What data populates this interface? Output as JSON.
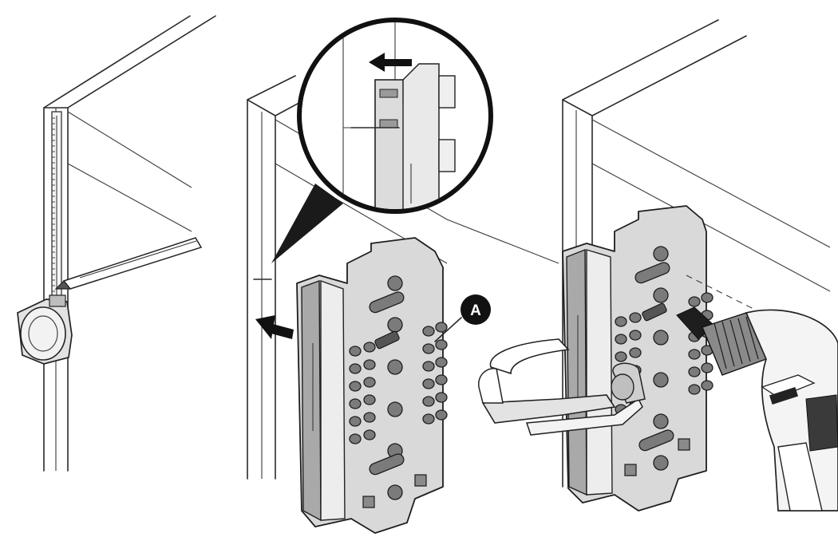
{
  "figure": {
    "panels": [
      {
        "id": "measure",
        "description_icon": "tape-measure-and-pencil"
      },
      {
        "id": "align",
        "description_icon": "jig-alignment-with-zoom"
      },
      {
        "id": "drill",
        "description_icon": "clamped-jig-with-drill"
      }
    ],
    "callout": {
      "label": "A"
    }
  }
}
